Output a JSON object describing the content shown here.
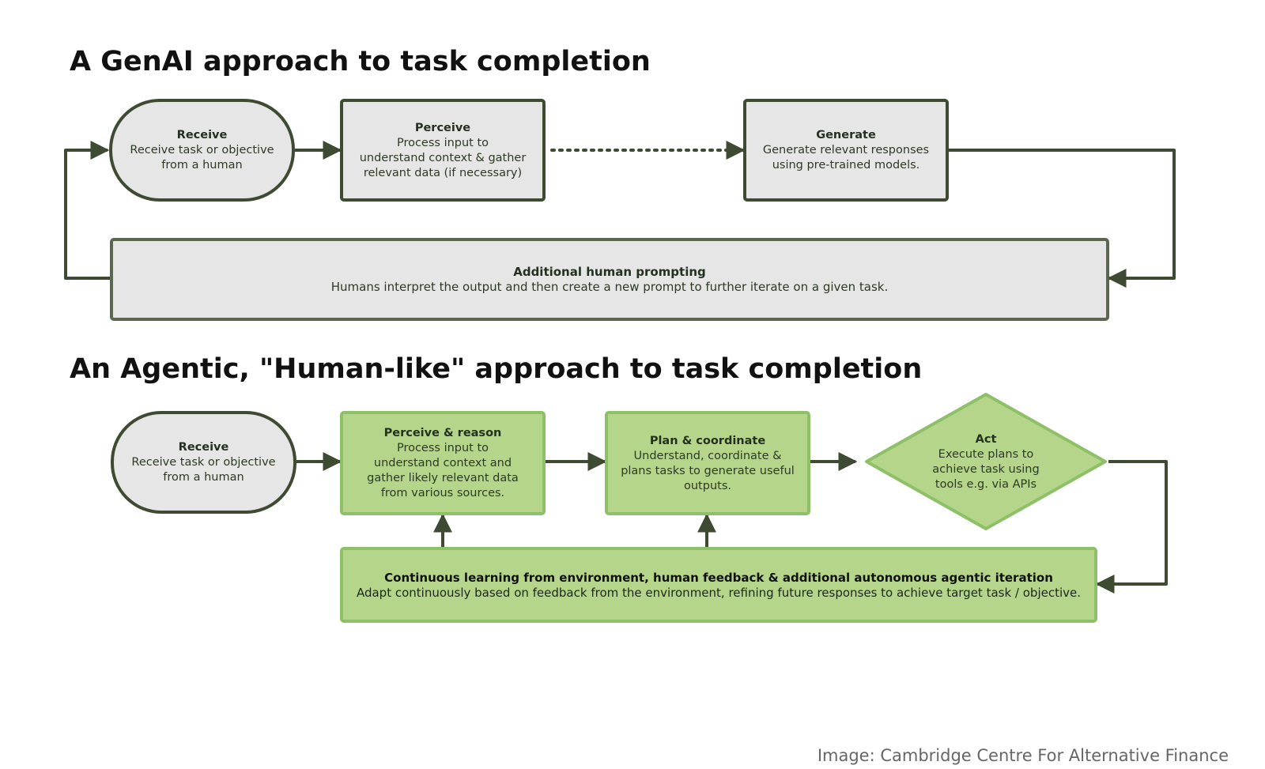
{
  "genai": {
    "title": "A GenAI approach to task completion",
    "receive": {
      "title": "Receive",
      "desc": "Receive task or objective\nfrom a human"
    },
    "perceive": {
      "title": "Perceive",
      "desc": "Process input to\nunderstand context & gather\nrelevant data (if necessary)"
    },
    "generate": {
      "title": "Generate",
      "desc": "Generate relevant responses\nusing pre-trained models."
    },
    "prompting": {
      "title": "Additional human prompting",
      "desc": "Humans interpret the output and then create a new prompt to further iterate on a given task."
    }
  },
  "agentic": {
    "title": "An Agentic, \"Human-like\" approach to task completion",
    "receive": {
      "title": "Receive",
      "desc": "Receive task or objective\nfrom a human"
    },
    "perceive": {
      "title": "Perceive & reason",
      "desc": "Process input to\nunderstand context and\ngather likely relevant data\nfrom various sources."
    },
    "plan": {
      "title": "Plan & coordinate",
      "desc": "Understand, coordinate &\nplans tasks to generate useful\noutputs."
    },
    "act": {
      "title": "Act",
      "desc": "Execute plans to\nachieve task using\ntools e.g. via APIs"
    },
    "learning": {
      "title": "Continuous learning from environment, human feedback & additional autonomous agentic iteration",
      "desc": "Adapt continuously based on feedback from the environment, refining future responses to achieve target task / objective."
    }
  },
  "credit": "Image: Cambridge Centre For Alternative Finance",
  "colors": {
    "dark_green": "#3e4b32",
    "grey_fill": "#e6e6e6",
    "light_green_fill": "#b4d58a",
    "light_green_border": "#8dc067"
  }
}
